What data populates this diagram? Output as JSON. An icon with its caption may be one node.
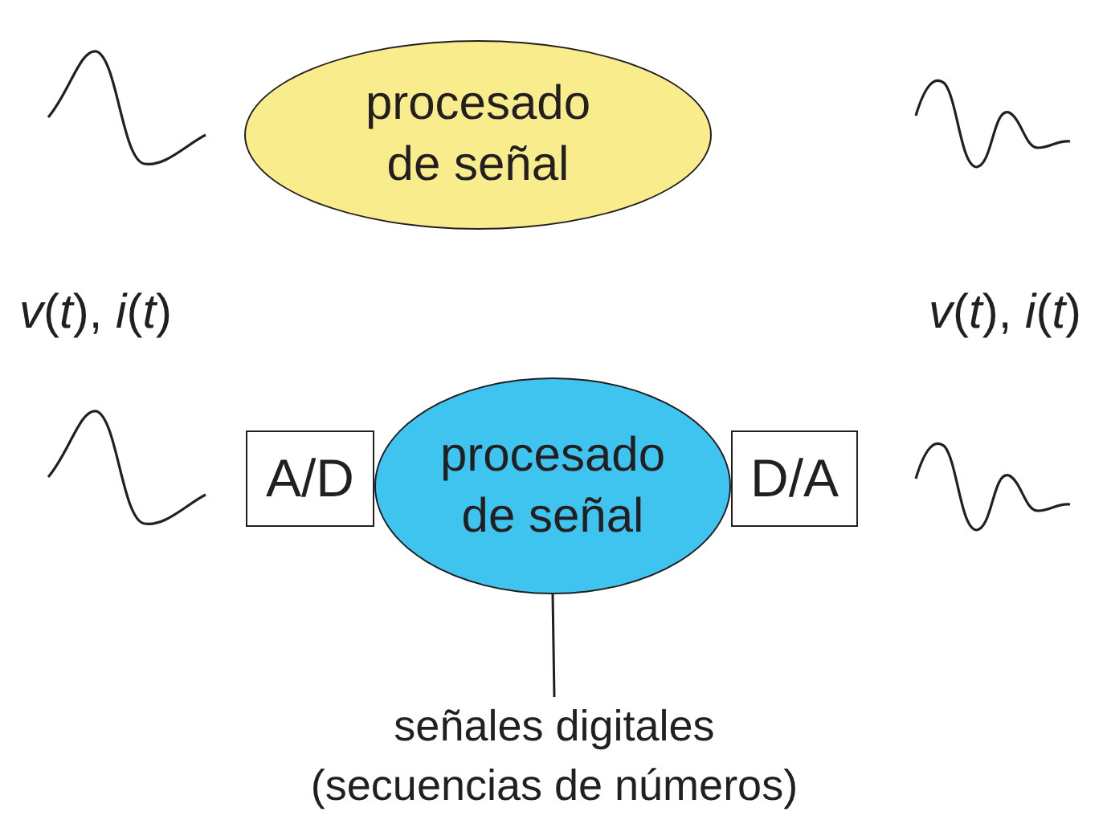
{
  "diagram": {
    "nodes": [
      {
        "text": [
          "procesado de señal"
        ]
      },
      {
        "text": [
          "A/D"
        ]
      },
      {
        "text": [
          "procesado de señal"
        ]
      },
      {
        "text": [
          "D/A"
        ]
      },
      {
        "text": [
          "señales digitales (secuencias de números)"
        ]
      }
    ],
    "edges": [
      {
        "from": 4,
        "to": 2,
        "arrow": "none"
      }
    ],
    "labels": [
      "*v*(*t*), *i*(*t*)",
      "*v*(*t*), *i*(*t*)"
    ]
  }
}
